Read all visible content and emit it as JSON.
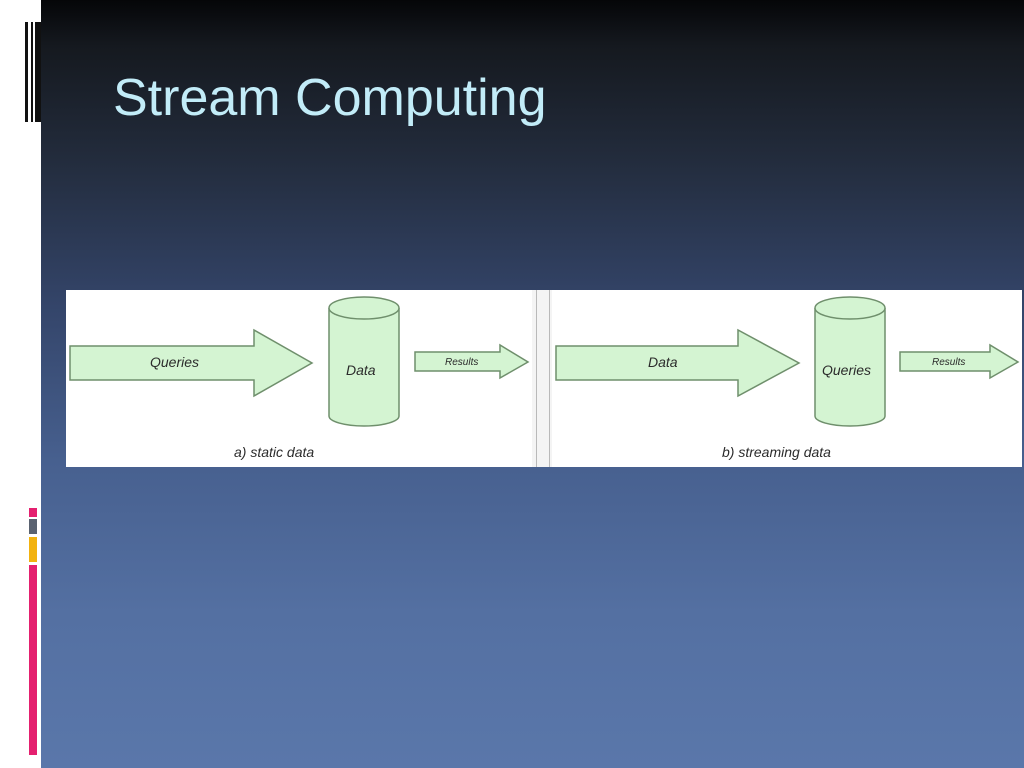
{
  "slide": {
    "title": "Stream Computing"
  },
  "diagram": {
    "panel_a": {
      "input_label": "Queries",
      "store_label": "Data",
      "output_label": "Results",
      "caption": "a) static data"
    },
    "panel_b": {
      "input_label": "Data",
      "store_label": "Queries",
      "output_label": "Results",
      "caption": "b) streaming data"
    }
  },
  "colors": {
    "title": "#c2ecf8",
    "shape_fill": "#d4f4d2",
    "shape_stroke": "#6f8f6c",
    "accent_pink": "#e4206f",
    "accent_orange": "#f2b20f",
    "accent_gray": "#5a6270"
  }
}
